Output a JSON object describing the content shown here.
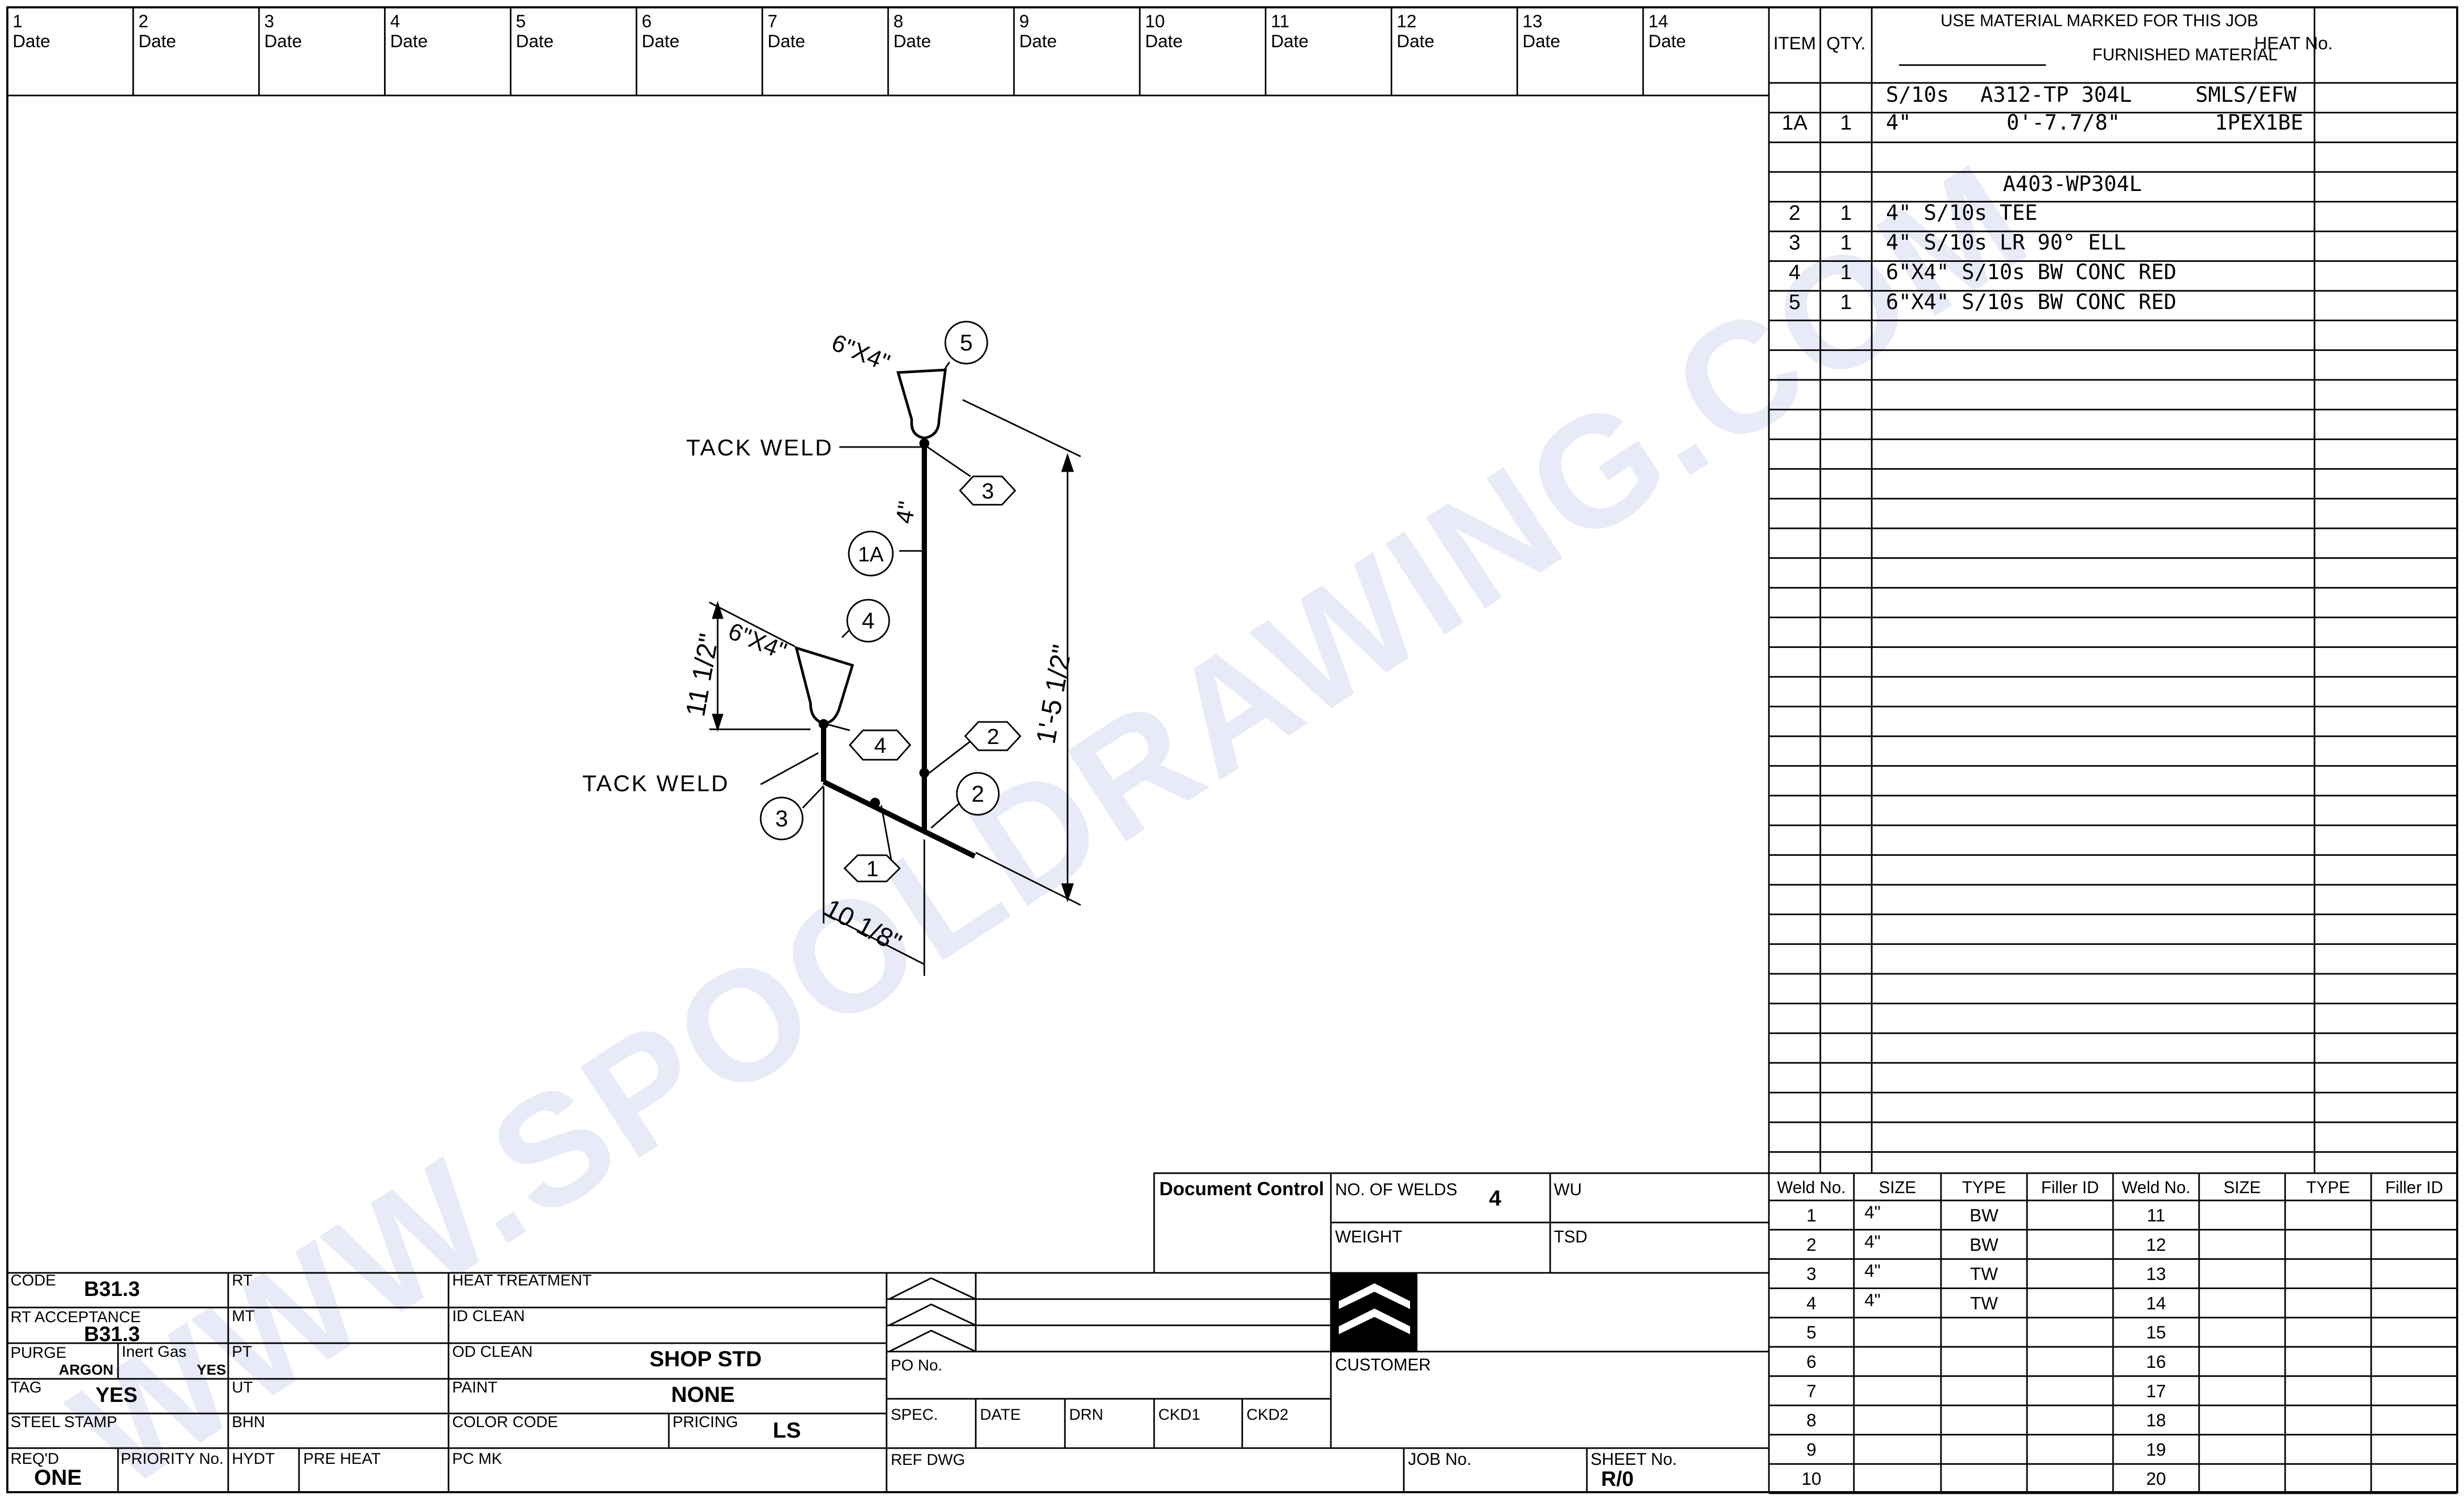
{
  "top_header": {
    "columns": [
      {
        "num": "1",
        "label": "Date"
      },
      {
        "num": "2",
        "label": "Date"
      },
      {
        "num": "3",
        "label": "Date"
      },
      {
        "num": "4",
        "label": "Date"
      },
      {
        "num": "5",
        "label": "Date"
      },
      {
        "num": "6",
        "label": "Date"
      },
      {
        "num": "7",
        "label": "Date"
      },
      {
        "num": "8",
        "label": "Date"
      },
      {
        "num": "9",
        "label": "Date"
      },
      {
        "num": "10",
        "label": "Date"
      },
      {
        "num": "11",
        "label": "Date"
      },
      {
        "num": "12",
        "label": "Date"
      },
      {
        "num": "13",
        "label": "Date"
      },
      {
        "num": "14",
        "label": "Date"
      }
    ]
  },
  "bom": {
    "item_header": "ITEM",
    "qty_header": "QTY.",
    "material_header_1": "USE MATERIAL MARKED FOR THIS JOB",
    "material_header_2": "FURNISHED MATERIAL",
    "heat_header": "HEAT No.",
    "pipe_spec": {
      "a": "S/10s",
      "b": "A312-TP 304L",
      "c": "SMLS/EFW"
    },
    "pipe_row": {
      "item": "1A",
      "qty": "1",
      "size": "4\"",
      "length": "0'-7.7/8\"",
      "ends": "1PEX1BE"
    },
    "fitting_spec": "A403-WP304L",
    "fittings": [
      {
        "item": "2",
        "qty": "1",
        "desc": "4\" S/10s TEE"
      },
      {
        "item": "3",
        "qty": "1",
        "desc": "4\" S/10s LR 90° ELL"
      },
      {
        "item": "4",
        "qty": "1",
        "desc": "6\"X4\" S/10s BW CONC RED"
      },
      {
        "item": "5",
        "qty": "1",
        "desc": "6\"X4\" S/10s BW CONC RED"
      }
    ]
  },
  "drawing": {
    "tack_weld_top": "TACK WELD",
    "tack_weld_bottom": "TACK WELD",
    "reducer_label_top": "6\"X4\"",
    "reducer_label_left": "6\"X4\"",
    "dim_pipe": "4\"",
    "dim_riser": "1'-5 1/2\"",
    "dim_reducer": "11 1/2\"",
    "dim_branch": "10 1/8\"",
    "callouts": [
      {
        "id": "c5",
        "text": "5",
        "shape": "circle"
      },
      {
        "id": "c3top",
        "text": "3",
        "shape": "hex"
      },
      {
        "id": "c1a",
        "text": "1A",
        "shape": "circle"
      },
      {
        "id": "c4",
        "text": "4",
        "shape": "circle"
      },
      {
        "id": "c4hex",
        "text": "4",
        "shape": "hex"
      },
      {
        "id": "c2hex",
        "text": "2",
        "shape": "hex"
      },
      {
        "id": "c2",
        "text": "2",
        "shape": "circle"
      },
      {
        "id": "c3",
        "text": "3",
        "shape": "circle"
      },
      {
        "id": "c1hex",
        "text": "1",
        "shape": "hex"
      }
    ]
  },
  "watermark": "WWW.SPOOLDRAWING.COM",
  "document_control": {
    "title": "Document Control",
    "no_of_welds_label": "NO. OF WELDS",
    "no_of_welds_value": "4",
    "wu_label": "WU",
    "weight_label": "WEIGHT",
    "tsd_label": "TSD"
  },
  "weld_table": {
    "headers": [
      "Weld No.",
      "SIZE",
      "TYPE",
      "Filler ID",
      "Weld No.",
      "SIZE",
      "TYPE",
      "Filler ID"
    ],
    "rows": [
      {
        "left": "1",
        "size": "4\"",
        "type": "BW",
        "right": "11"
      },
      {
        "left": "2",
        "size": "4\"",
        "type": "BW",
        "right": "12"
      },
      {
        "left": "3",
        "size": "4\"",
        "type": "TW",
        "right": "13"
      },
      {
        "left": "4",
        "size": "4\"",
        "type": "TW",
        "right": "14"
      },
      {
        "left": "5",
        "size": "",
        "type": "",
        "right": "15"
      },
      {
        "left": "6",
        "size": "",
        "type": "",
        "right": "16"
      },
      {
        "left": "7",
        "size": "",
        "type": "",
        "right": "17"
      },
      {
        "left": "8",
        "size": "",
        "type": "",
        "right": "18"
      },
      {
        "left": "9",
        "size": "",
        "type": "",
        "right": "19"
      },
      {
        "left": "10",
        "size": "",
        "type": "",
        "right": "20"
      }
    ]
  },
  "title_block": {
    "code_label": "CODE",
    "code_value": "B31.3",
    "rt_label": "RT",
    "heat_treatment_label": "HEAT TREATMENT",
    "rt_acceptance_label": "RT ACCEPTANCE",
    "rt_acceptance_value": "B31.3",
    "mt_label": "MT",
    "id_clean_label": "ID CLEAN",
    "purge_label": "PURGE",
    "purge_value": "ARGON",
    "inert_gas_label": "Inert Gas",
    "inert_gas_value": "YES",
    "pt_label": "PT",
    "od_clean_label": "OD CLEAN",
    "od_clean_value": "SHOP STD",
    "tag_label": "TAG",
    "tag_value": "YES",
    "ut_label": "UT",
    "paint_label": "PAINT",
    "paint_value": "NONE",
    "steel_stamp_label": "STEEL STAMP",
    "bhn_label": "BHN",
    "color_code_label": "COLOR CODE",
    "pricing_label": "PRICING",
    "pricing_value": "LS",
    "reqd_label": "REQ'D",
    "reqd_value": "ONE",
    "priority_label": "PRIORITY No.",
    "hydt_label": "HYDT",
    "pre_heat_label": "PRE HEAT",
    "pc_mk_label": "PC MK",
    "po_label": "PO No.",
    "customer_label": "CUSTOMER",
    "spec_label": "SPEC.",
    "date_label": "DATE",
    "drn_label": "DRN",
    "ckd1_label": "CKD1",
    "ckd2_label": "CKD2",
    "ref_dwg_label": "REF DWG",
    "job_no_label": "JOB No.",
    "sheet_no_label": "SHEET No.",
    "sheet_no_value": "R/0"
  }
}
